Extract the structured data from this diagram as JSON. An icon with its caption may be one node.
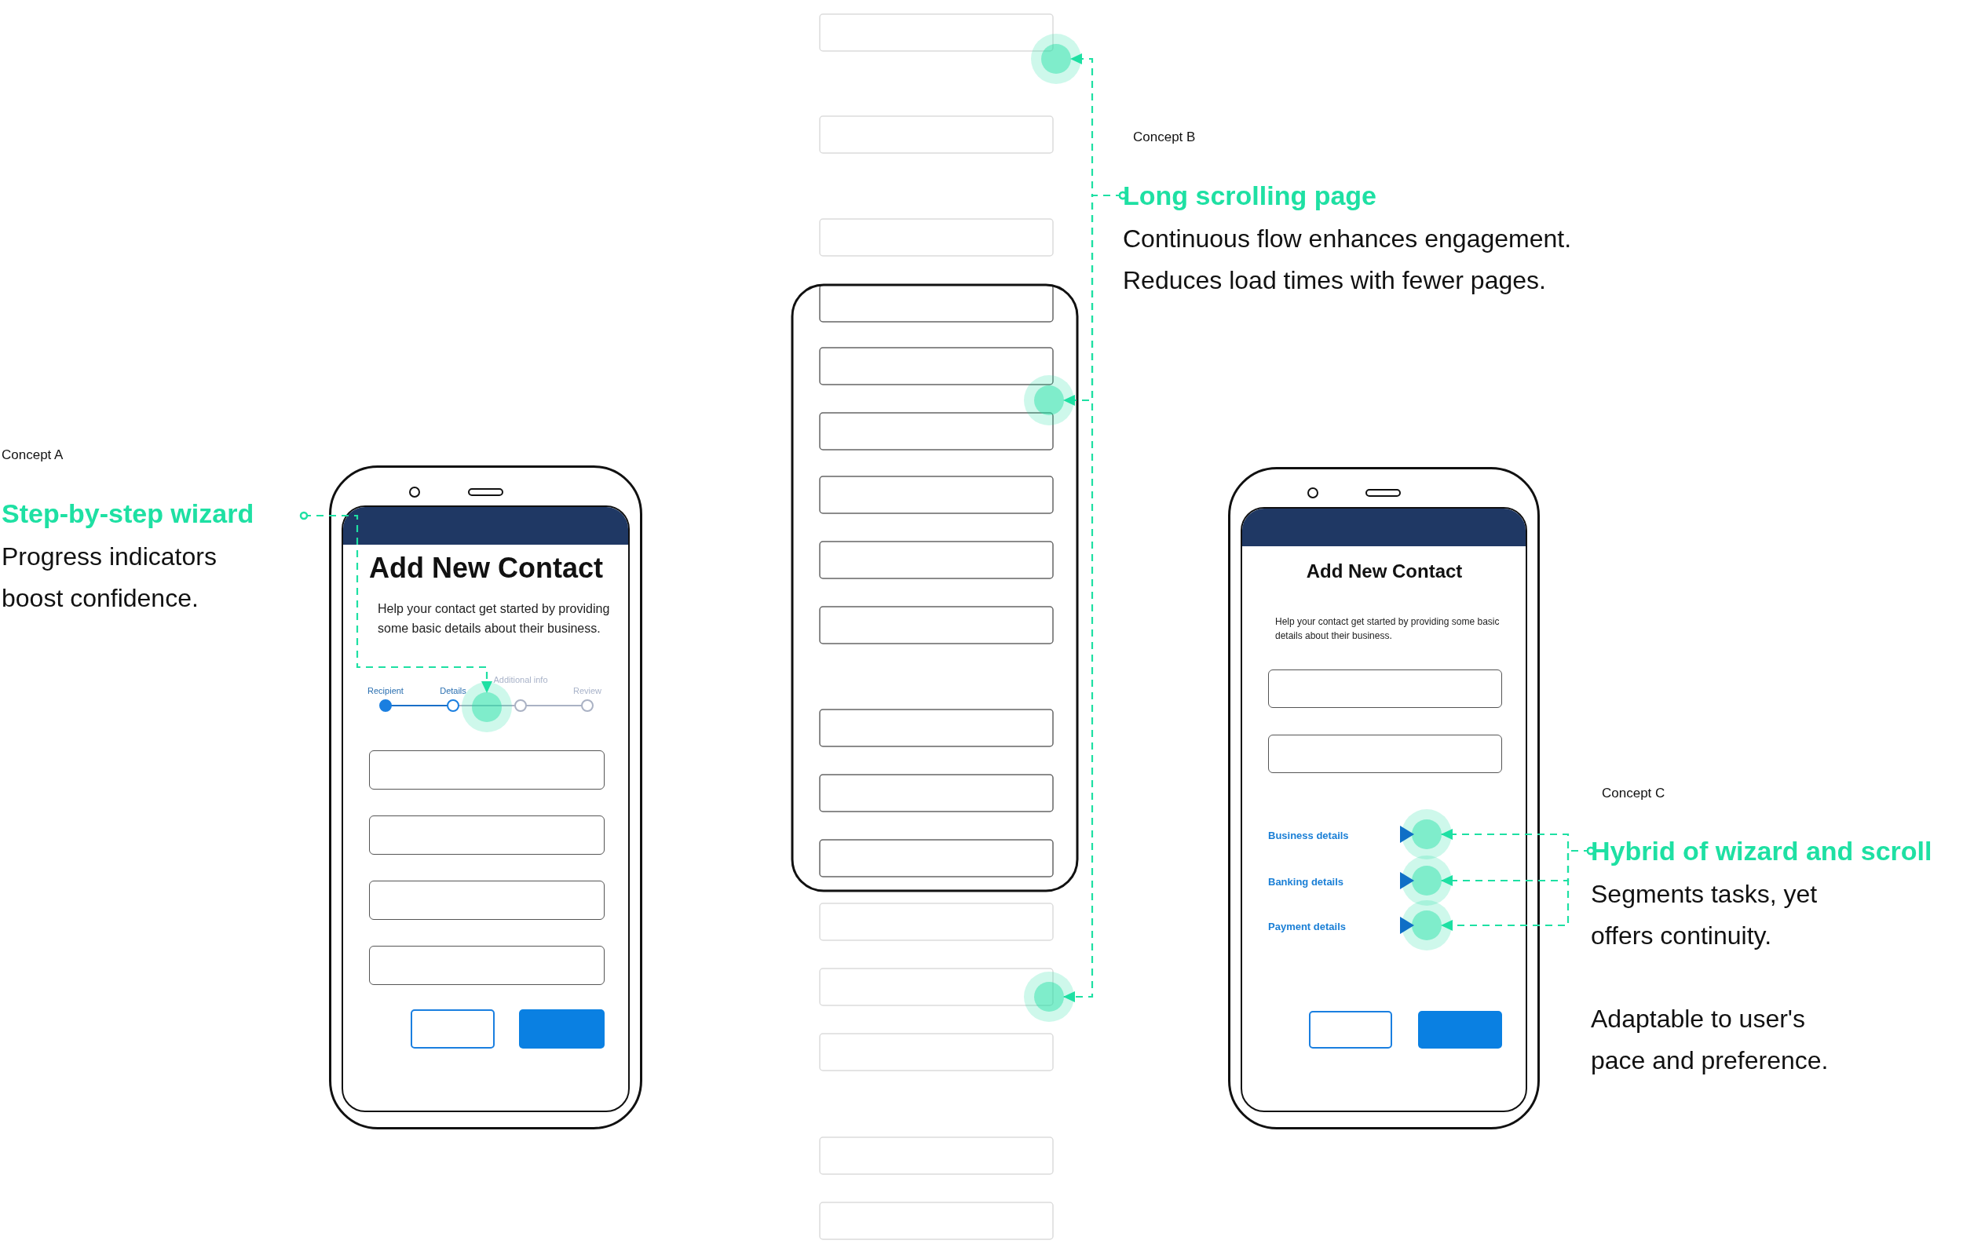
{
  "diagram": {
    "nodes": [
      {
        "text": [
          "Step-by-step wizard",
          "Progress indicators boost confidence."
        ]
      },
      {
        "text": [
          "Add New Contact",
          "Help your contact get started by providing some basic details about their business."
        ]
      },
      {
        "text": [],
        "shape": "circle",
        "in": 1
      },
      {
        "text": [
          "Long scrolling page",
          "Continuous flow enhances engagement. Reduces load times with fewer pages."
        ]
      },
      {
        "text": [],
        "shape": "circle"
      },
      {
        "text": [],
        "shape": "circle"
      },
      {
        "text": [],
        "shape": "circle"
      },
      {
        "text": [
          "Add New Contact",
          "Help your contact get started by providing some basic details about their business."
        ]
      },
      {
        "text": [],
        "shape": "circle",
        "in": 7
      },
      {
        "text": [],
        "shape": "circle",
        "in": 7
      },
      {
        "text": [],
        "shape": "circle",
        "in": 7
      },
      {
        "text": [
          "Hybrid of wizard and scroll",
          "Segments tasks, yet offers continuity.",
          "Adaptable to user's pace and preference."
        ]
      }
    ],
    "edges": [
      {
        "from": 0,
        "to": 2,
        "arrow": "to",
        "style": "dashed"
      },
      {
        "from": 3,
        "to": 4,
        "arrow": "to",
        "style": "dashed"
      },
      {
        "from": 3,
        "to": 5,
        "arrow": "to",
        "style": "dashed"
      },
      {
        "from": 3,
        "to": 6,
        "arrow": "to",
        "style": "dashed"
      },
      {
        "from": 11,
        "to": 8,
        "arrow": "to",
        "style": "dashed"
      },
      {
        "from": 11,
        "to": 9,
        "arrow": "to",
        "style": "dashed"
      },
      {
        "from": 11,
        "to": 10,
        "arrow": "to",
        "style": "dashed"
      }
    ],
    "labels": [
      "Concept A",
      "Recipient",
      "Details",
      "Additional info",
      "Review",
      "Concept B",
      "Business details",
      "Banking details",
      "Payment details",
      "Concept C"
    ]
  }
}
